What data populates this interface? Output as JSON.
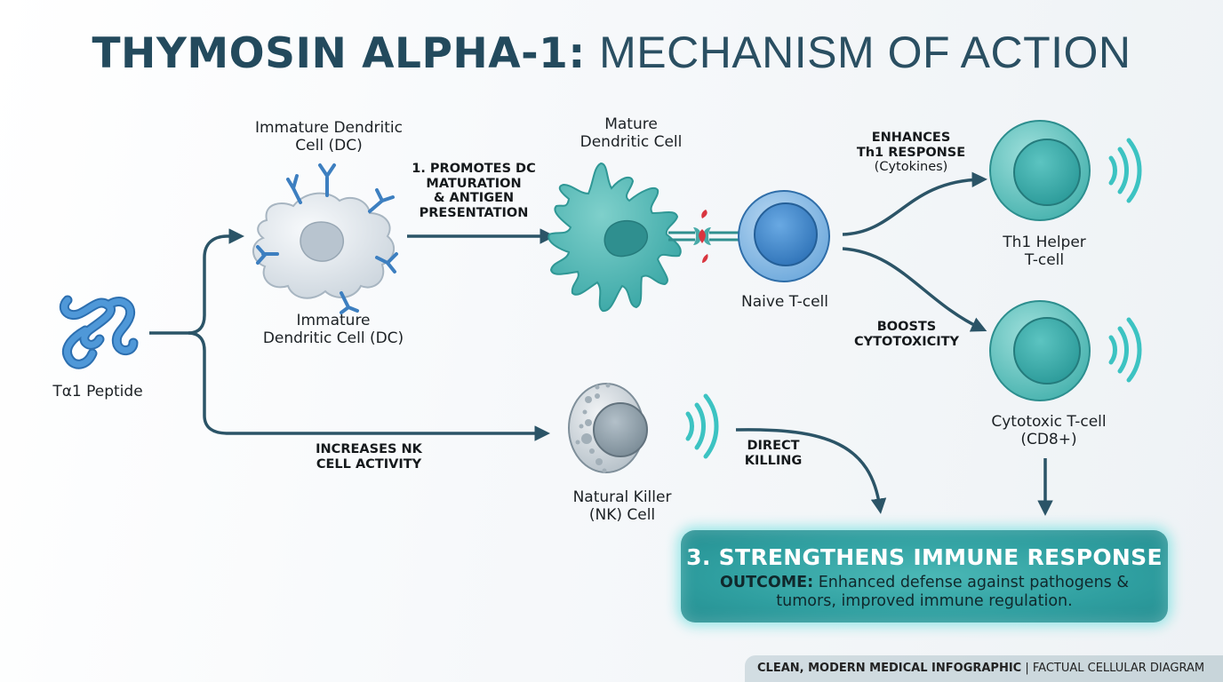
{
  "title": {
    "bold": "THYMOSIN ALPHA-1:",
    "light": "MECHANISM OF ACTION"
  },
  "nodes": {
    "peptide": {
      "label": "Tα1 Peptide",
      "icon": "peptide-chain-icon"
    },
    "immature_dc_top": {
      "line1": "Immature Dendritic",
      "line2": "Cell (DC)"
    },
    "immature_dc_bottom": {
      "line1": "Immature",
      "line2": "Dendritic Cell (DC)"
    },
    "mature_dc": {
      "line1": "Mature",
      "line2": "Dendritic Cell"
    },
    "naive_t": {
      "label": "Naive T-cell"
    },
    "th1": {
      "line1": "Th1 Helper",
      "line2": "T-cell"
    },
    "cd8": {
      "line1": "Cytotoxic T-cell",
      "line2": "(CD8+)"
    },
    "nk": {
      "line1": "Natural Killer",
      "line2": "(NK) Cell"
    }
  },
  "steps": {
    "dc_maturation": [
      "1. PROMOTES DC",
      "MATURATION",
      "& ANTIGEN",
      "PRESENTATION"
    ],
    "th1_response": {
      "line1": "ENHANCES",
      "line2": "Th1 RESPONSE",
      "line3": "(Cytokines)"
    },
    "cytotoxicity": [
      "BOOSTS",
      "CYTOTOXICITY"
    ],
    "nk_activity": [
      "INCREASES NK",
      "CELL ACTIVITY"
    ],
    "direct_killing": [
      "DIRECT",
      "KILLING"
    ]
  },
  "outcome": {
    "heading": "3. STRENGTHENS IMMUNE RESPONSE",
    "prefix": "OUTCOME:",
    "text_line1": "Enhanced defense against pathogens &",
    "text_line2": "tumors, improved immune regulation."
  },
  "footer": {
    "bold": "CLEAN, MODERN MEDICAL INFOGRAPHIC",
    "separator": "|",
    "rest": "FACTUAL CELLULAR DIAGRAM"
  },
  "colors": {
    "arrow": "#2b5467",
    "teal": "#3fb3b0",
    "blue": "#3e86c8",
    "antigen": "#d9353f"
  }
}
